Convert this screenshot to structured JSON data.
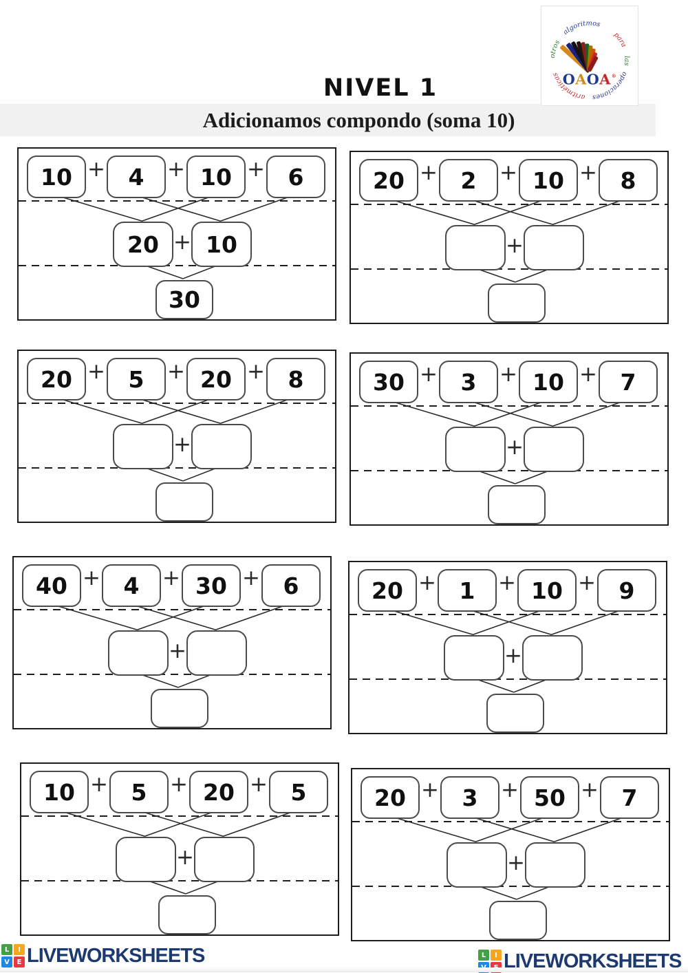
{
  "header": {
    "title": "NIVEL 1",
    "subtitle": "Adicionamos compondo (soma 10)"
  },
  "logo": {
    "words": [
      {
        "text": "otros",
        "color": "#2e7d32"
      },
      {
        "text": "algoritmos",
        "color": "#283593"
      },
      {
        "text": "para",
        "color": "#c62828"
      },
      {
        "text": "las",
        "color": "#2e7d32"
      },
      {
        "text": "operaciones",
        "color": "#283593"
      },
      {
        "text": "aritméticas",
        "color": "#c62828"
      }
    ],
    "oaoa": [
      {
        "ch": "O",
        "color": "#1f3a93"
      },
      {
        "ch": "A",
        "color": "#d4891c"
      },
      {
        "ch": "O",
        "color": "#1f3a93"
      },
      {
        "ch": "A",
        "color": "#c62828"
      }
    ],
    "registered": "®"
  },
  "symbols": {
    "plus": "+"
  },
  "panels": [
    {
      "addends": [
        "10",
        "4",
        "10",
        "6"
      ],
      "partials": [
        "20",
        "10"
      ],
      "total": "30"
    },
    {
      "addends": [
        "20",
        "2",
        "10",
        "8"
      ],
      "partials": [
        "",
        ""
      ],
      "total": ""
    },
    {
      "addends": [
        "20",
        "5",
        "20",
        "8"
      ],
      "partials": [
        "",
        ""
      ],
      "total": ""
    },
    {
      "addends": [
        "30",
        "3",
        "10",
        "7"
      ],
      "partials": [
        "",
        ""
      ],
      "total": ""
    },
    {
      "addends": [
        "40",
        "4",
        "30",
        "6"
      ],
      "partials": [
        "",
        ""
      ],
      "total": ""
    },
    {
      "addends": [
        "20",
        "1",
        "10",
        "9"
      ],
      "partials": [
        "",
        ""
      ],
      "total": ""
    },
    {
      "addends": [
        "10",
        "5",
        "20",
        "5"
      ],
      "partials": [
        "",
        ""
      ],
      "total": ""
    },
    {
      "addends": [
        "20",
        "3",
        "50",
        "7"
      ],
      "partials": [
        "",
        ""
      ],
      "total": ""
    }
  ],
  "footer": {
    "brand": "LIVEWORKSHEETS",
    "brand_color": "#1c3a70",
    "tiles": [
      {
        "ch": "L",
        "color": "#43a047"
      },
      {
        "ch": "I",
        "color": "#f5a623"
      },
      {
        "ch": "V",
        "color": "#1e88e5"
      },
      {
        "ch": "E",
        "color": "#e53946"
      }
    ]
  }
}
